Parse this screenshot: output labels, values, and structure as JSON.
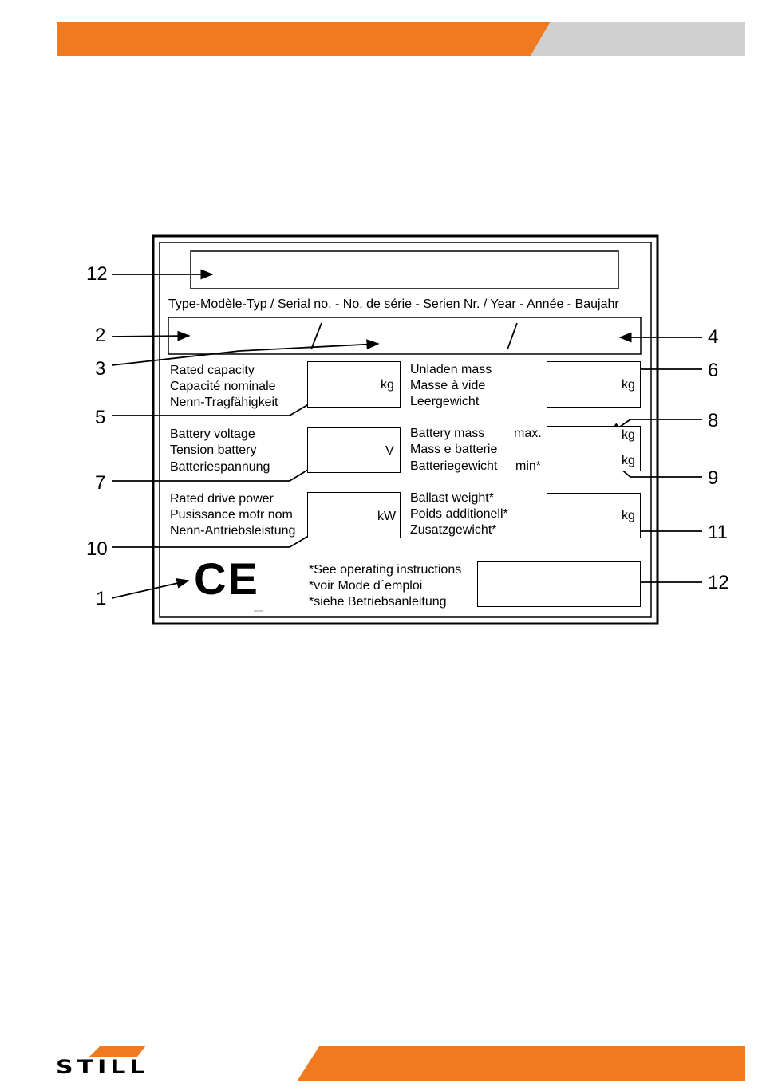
{
  "colors": {
    "accent": "#f07a1f",
    "header_gray": "#d0d0d0",
    "ink": "#000000"
  },
  "plate": {
    "type_line": "Type-Modèle-Typ / Serial no. - No. de série - Serien Nr. / Year - Année - Baujahr",
    "rated_capacity": [
      "Rated capacity",
      "Capacité nominale",
      "Nenn-Tragfähigkeit"
    ],
    "unladen_mass": [
      "Unladen mass",
      "Masse à vide",
      "Leergewicht"
    ],
    "battery_voltage": [
      "Battery voltage",
      "Tension battery",
      "Batteriespannung"
    ],
    "battery_mass": [
      "Battery mass",
      "Mass e batterie",
      "Batteriegewicht"
    ],
    "battery_max": "max.",
    "battery_min": "min*",
    "drive_power": [
      "Rated drive power",
      "Pusissance motr nom",
      "Nenn-Antriebsleistung"
    ],
    "ballast": [
      "Ballast weight*",
      "Poids additionell*",
      "Zusatzgewicht*"
    ],
    "instructions": [
      "*See operating instructions",
      "*voir Mode d´emploi",
      "*siehe Betriebsanleitung"
    ],
    "units": {
      "capacity": "kg",
      "unladen": "kg",
      "voltage": "V",
      "battery_max": "kg",
      "battery_min": "kg",
      "power": "kW",
      "ballast": "kg"
    },
    "ce_mark": "CE"
  },
  "callouts": {
    "c12_top": "12",
    "c2": "2",
    "c3": "3",
    "c4": "4",
    "c5": "5",
    "c6": "6",
    "c7": "7",
    "c8": "8",
    "c9": "9",
    "c10": "10",
    "c11": "11",
    "c1": "1",
    "c12_bottom": "12"
  },
  "footer": {
    "logo_text": "STILL"
  }
}
